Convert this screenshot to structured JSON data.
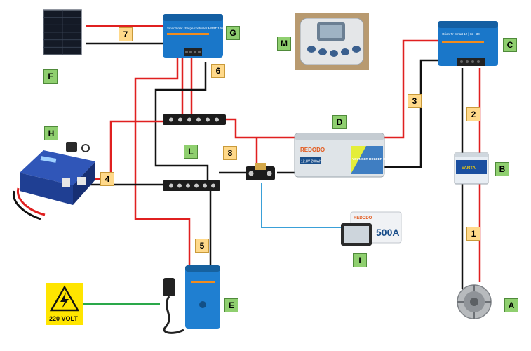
{
  "colors": {
    "positive": "#e02020",
    "negative": "#111111",
    "ac_line": "#2aa84a",
    "data_line": "#3aa0d8",
    "component_label_bg": "#8fcf6f",
    "wire_label_bg": "#ffd98a"
  },
  "components": {
    "A": {
      "letter": "A",
      "icon": "alternator-icon"
    },
    "B": {
      "letter": "B",
      "icon": "starter-battery-icon",
      "text": "VARTA"
    },
    "C": {
      "letter": "C",
      "icon": "dc-dc-charger-icon",
      "text": "Orion-Tr Smart 12 | 12 - 30"
    },
    "D": {
      "letter": "D",
      "icon": "lithium-battery-icon",
      "text": "YOUNGER BOLDER STRONGER",
      "brand": "REDODO",
      "spec": "12.8V 200Ah"
    },
    "E": {
      "letter": "E",
      "icon": "shore-charger-icon"
    },
    "F": {
      "letter": "F",
      "icon": "solar-panel-icon"
    },
    "G": {
      "letter": "G",
      "icon": "mppt-controller-icon",
      "text": "SmartSolar charge controller MPPT 100 | 50"
    },
    "H": {
      "letter": "H",
      "icon": "inverter-icon"
    },
    "I": {
      "letter": "I",
      "icon": "battery-monitor-icon",
      "text": "500A",
      "brand": "REDODO"
    },
    "L": {
      "letter": "L",
      "icon": "busbar-icon"
    },
    "M": {
      "letter": "M",
      "icon": "control-panel-icon"
    },
    "warning": {
      "icon": "high-voltage-warning-icon",
      "text": "220 VOLT"
    }
  },
  "wires": [
    "1",
    "2",
    "3",
    "4",
    "5",
    "6",
    "7",
    "8"
  ]
}
